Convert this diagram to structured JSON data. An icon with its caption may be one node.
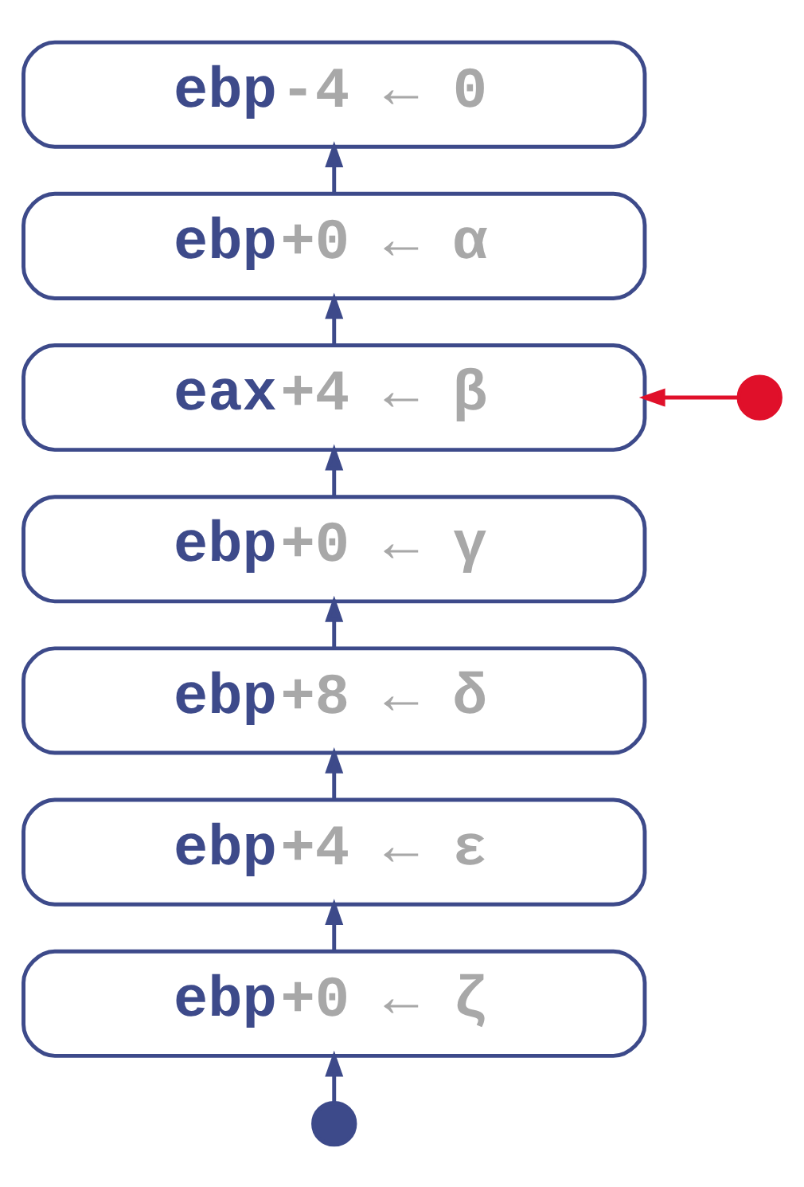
{
  "diagram": {
    "nodes": [
      {
        "text": [
          "**ebp**-4 ← 0"
        ]
      },
      {
        "text": [
          "**ebp**+0 ← α"
        ]
      },
      {
        "text": [
          "**eax**+4 ← β"
        ]
      },
      {
        "text": [
          "**ebp**+0 ← γ"
        ]
      },
      {
        "text": [
          "**ebp**+8 ← δ"
        ]
      },
      {
        "text": [
          "**ebp**+4 ← ε"
        ]
      },
      {
        "text": [
          "**ebp**+0 ← ζ"
        ]
      },
      {
        "text": [],
        "shape": "circle"
      },
      {
        "text": [],
        "shape": "circle"
      }
    ],
    "edges": [
      {
        "from": 8,
        "to": 6,
        "arrow": "to"
      },
      {
        "from": 6,
        "to": 5,
        "arrow": "to"
      },
      {
        "from": 5,
        "to": 4,
        "arrow": "to"
      },
      {
        "from": 4,
        "to": 3,
        "arrow": "to"
      },
      {
        "from": 3,
        "to": 2,
        "arrow": "to"
      },
      {
        "from": 2,
        "to": 1,
        "arrow": "to"
      },
      {
        "from": 1,
        "to": 0,
        "arrow": "to"
      },
      {
        "from": 7,
        "to": 2,
        "arrow": "to",
        "color": "#e0102a"
      }
    ]
  }
}
